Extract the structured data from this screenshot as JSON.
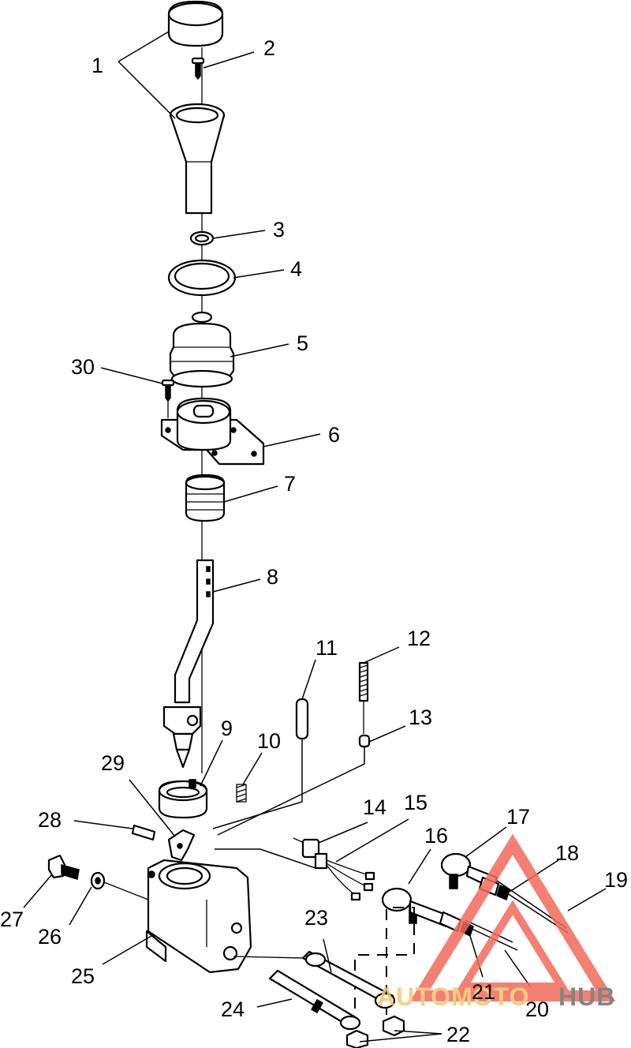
{
  "labels": {
    "l1": "1",
    "l2": "2",
    "l3": "3",
    "l4": "4",
    "l5": "5",
    "l6": "6",
    "l7": "7",
    "l8": "8",
    "l9": "9",
    "l10": "10",
    "l11": "11",
    "l12": "12",
    "l13": "13",
    "l14": "14",
    "l15": "15",
    "l16": "16",
    "l17": "17",
    "l18": "18",
    "l19": "19",
    "l20": "20",
    "l21": "21",
    "l22": "22",
    "l23": "23",
    "l24": "24",
    "l25": "25",
    "l26": "26",
    "l27": "27",
    "l28": "28",
    "l29": "29",
    "l30": "30"
  },
  "watermark": {
    "auto": "AUTOMOTO",
    "hub": "HUB",
    "colors": {
      "triangle": "#f26b5b",
      "auto": "#f7c46a",
      "hub": "#6f6f6f"
    }
  }
}
